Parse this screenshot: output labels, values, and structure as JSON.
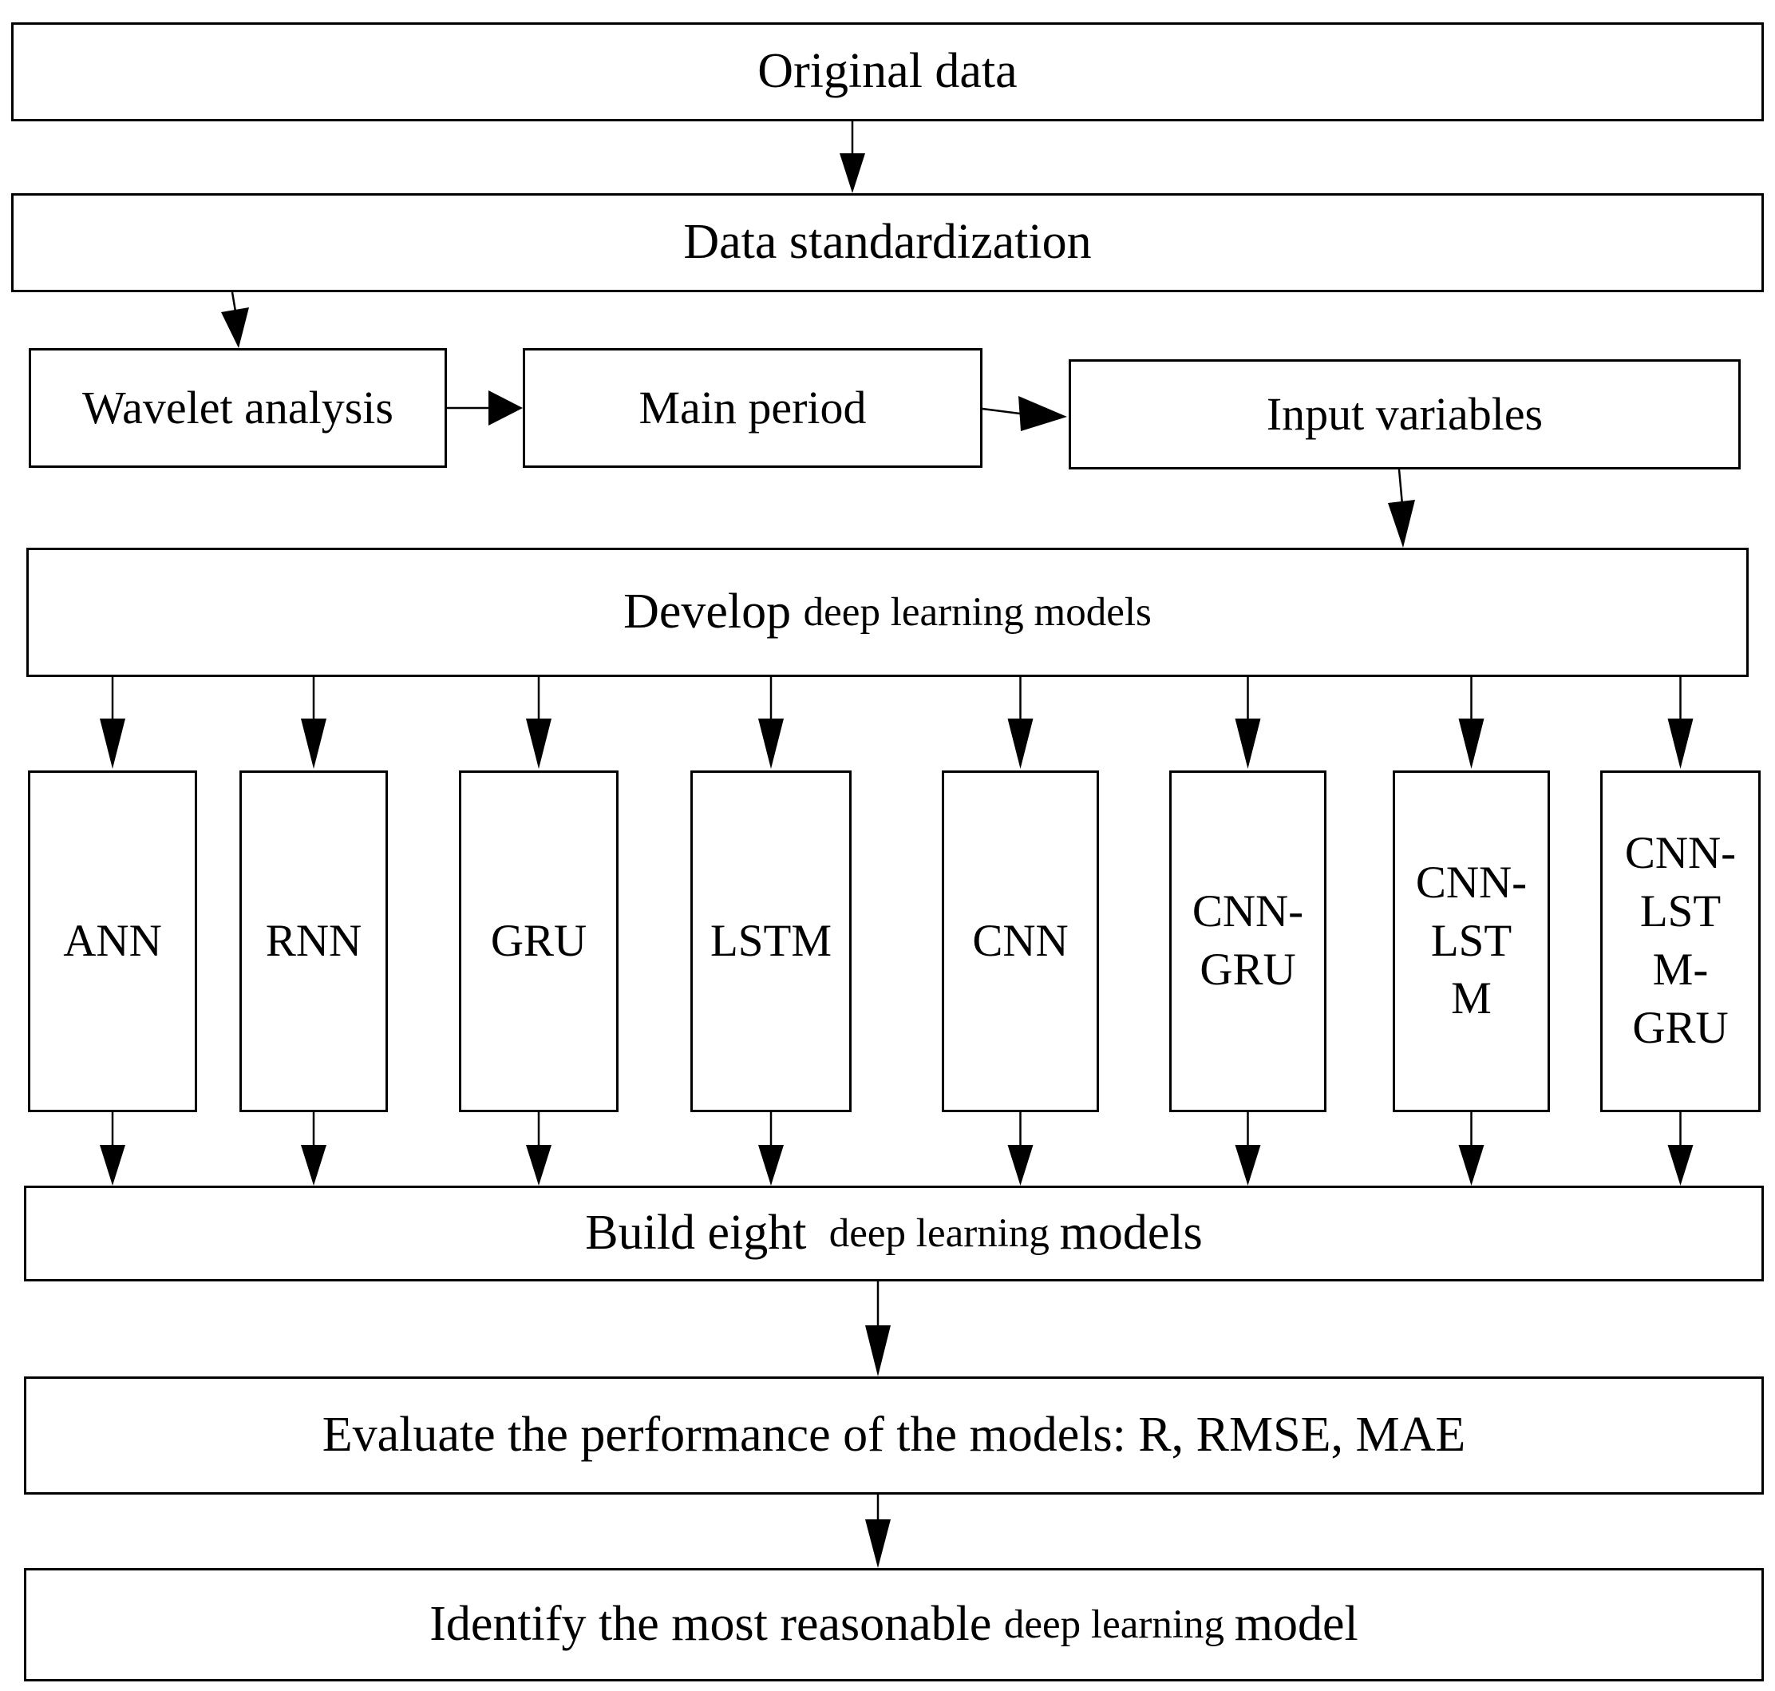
{
  "figure": {
    "type": "flowchart",
    "description": "Deep learning modelling workflow"
  },
  "colors": {
    "line": "#000000",
    "background": "#ffffff",
    "text": "#000000"
  },
  "boxes": {
    "original_data": {
      "label": "Original data"
    },
    "data_standardization": {
      "label": "Data standardization"
    },
    "wavelet_analysis": {
      "label": "Wavelet analysis"
    },
    "main_period": {
      "label": "Main period"
    },
    "input_variables": {
      "label": "Input variables"
    },
    "develop_models": {
      "label": "Develop deep learning models",
      "parts": [
        {
          "t": "Develop "
        },
        {
          "t": "deep learning models"
        }
      ]
    },
    "models": [
      {
        "label": "ANN",
        "lines": [
          "ANN"
        ]
      },
      {
        "label": "RNN",
        "lines": [
          "RNN"
        ]
      },
      {
        "label": "GRU",
        "lines": [
          "GRU"
        ]
      },
      {
        "label": "LSTM",
        "lines": [
          "LSTM"
        ]
      },
      {
        "label": "CNN",
        "lines": [
          "CNN"
        ]
      },
      {
        "label": "CNN-GRU",
        "lines": [
          "CNN-",
          "GRU"
        ]
      },
      {
        "label": "CNN-LSTM",
        "lines": [
          "CNN-",
          "LST",
          "M"
        ]
      },
      {
        "label": "CNN-LSTM-GRU",
        "lines": [
          "CNN-",
          "LST",
          "M-",
          "GRU"
        ]
      }
    ],
    "build_models": {
      "label": "Build eight deep learning models",
      "parts": [
        {
          "t": "Build eight "
        },
        {
          "t": " deep learning "
        },
        {
          "t": "models"
        }
      ]
    },
    "evaluate": {
      "label": "Evaluate the performance of the models: R, RMSE, MAE"
    },
    "identify": {
      "label": "Identify the most reasonable deep learning model",
      "parts": [
        {
          "t": "Identify the most reasonable "
        },
        {
          "t": "deep learning "
        },
        {
          "t": "model"
        }
      ]
    }
  }
}
